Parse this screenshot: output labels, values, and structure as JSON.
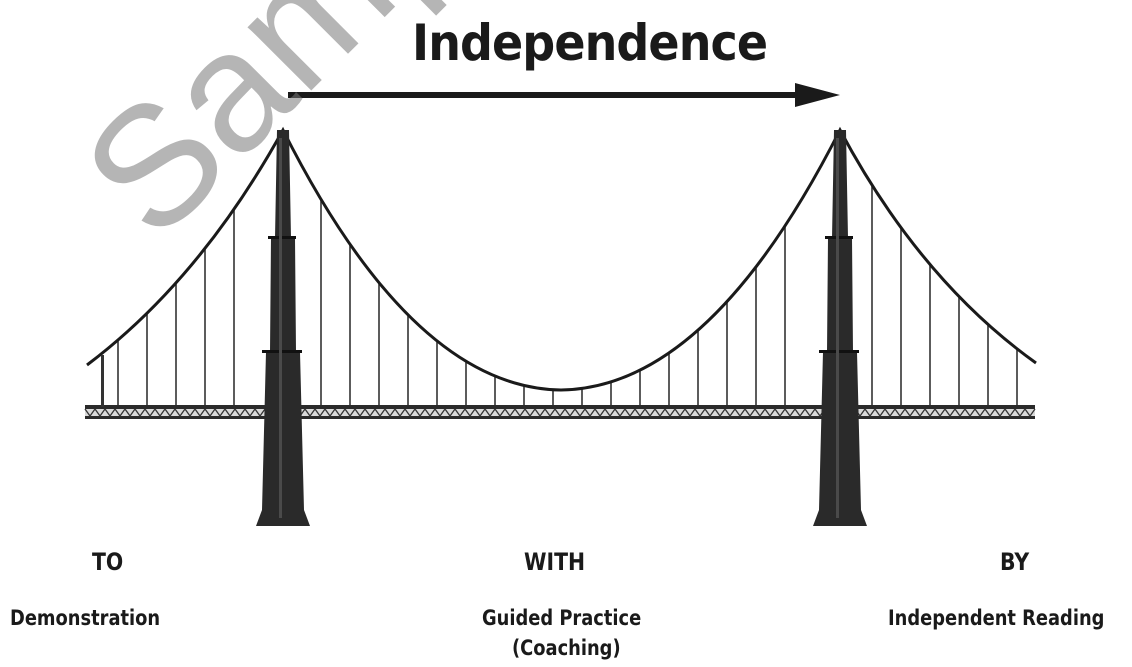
{
  "title": "Independence",
  "watermark": "Sample",
  "stages": [
    {
      "label": "TO",
      "description": "Demonstration",
      "description2": ""
    },
    {
      "label": "WITH",
      "description": "Guided Practice",
      "description2": "(Coaching)"
    },
    {
      "label": "BY",
      "description": "Independent Reading",
      "description2": ""
    }
  ]
}
